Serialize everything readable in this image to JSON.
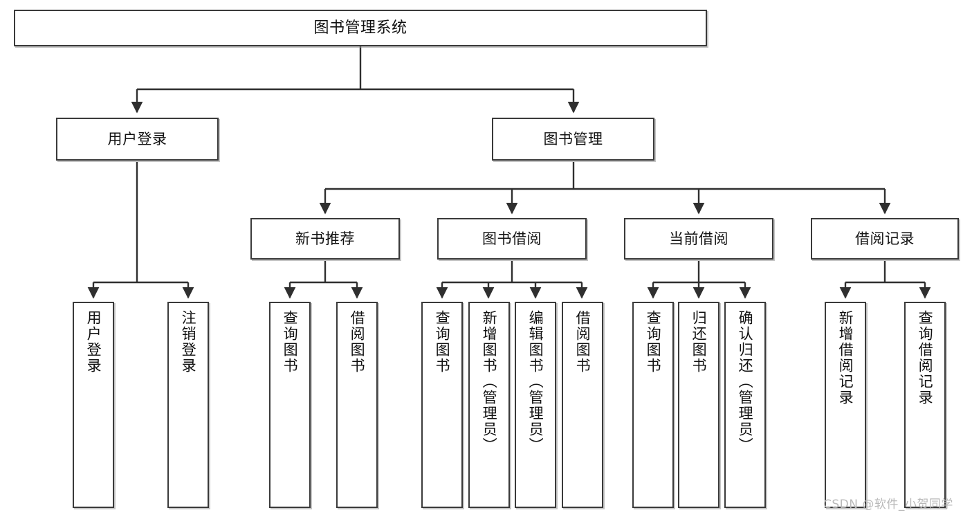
{
  "diagram": {
    "title": "图书管理系统",
    "type": "tree-hierarchy-chart",
    "root": {
      "label": "图书管理系统"
    },
    "level2": [
      {
        "label": "用户登录"
      },
      {
        "label": "图书管理"
      }
    ],
    "level3": [
      {
        "label": "新书推荐"
      },
      {
        "label": "图书借阅"
      },
      {
        "label": "当前借阅"
      },
      {
        "label": "借阅记录"
      }
    ],
    "leaves": {
      "user_login": [
        {
          "label": "用户登录"
        },
        {
          "label": "注销登录"
        }
      ],
      "new_book_recommend": [
        {
          "label": "查询图书"
        },
        {
          "label": "借阅图书"
        }
      ],
      "book_borrow": [
        {
          "label": "查询图书"
        },
        {
          "label": "新增图书（管理员）"
        },
        {
          "label": "编辑图书（管理员）"
        },
        {
          "label": "借阅图书"
        }
      ],
      "current_borrow": [
        {
          "label": "查询图书"
        },
        {
          "label": "归还图书"
        },
        {
          "label": "确认归还（管理员）"
        }
      ],
      "borrow_record": [
        {
          "label": "新增借阅记录"
        },
        {
          "label": "查询借阅记录"
        }
      ]
    }
  },
  "watermark": {
    "text": "CSDN @软件_小贺同学"
  },
  "colors": {
    "border": "#3a3a3a",
    "background": "#ffffff",
    "text": "#111111",
    "connector": "#2f2f2f",
    "watermark": "#b9b9b9"
  }
}
